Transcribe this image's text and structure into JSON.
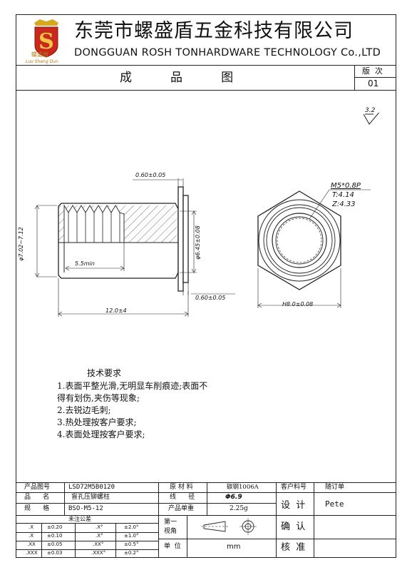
{
  "company": {
    "logo_mark": "S",
    "logo_top": "螺盛盾",
    "logo_bottom": "Luo Sheng Dun",
    "name_cn": "东莞市螺盛盾五金科技有限公司",
    "name_en": "DONGGUAN ROSH TONHARDWARE TECHNOLOGY Co.,LTD"
  },
  "title_row": {
    "title": "成          品          图",
    "version_label": "版  次",
    "version_value": "01"
  },
  "roughness": "3.2",
  "dimensions": {
    "flange_top": "0.60±0.05",
    "flange_bottom": "0.60±0.05",
    "outer_dia": "φ7.02~7.12",
    "inner_dia": "φ6.45±0.08",
    "thread_depth": "5.5min",
    "length": "12.0±4",
    "thread_spec": "M5*0.8P",
    "t_value": "T:4.14",
    "z_value": "Z:4.33",
    "hex": "H8.0±0.08"
  },
  "requirements": {
    "heading": "技术要求",
    "lines": [
      "1.表面平整光滑,无明显车削痕迹;表面不",
      "得有划伤,夹伤等现象;",
      "2.去锐边毛刺;",
      "3.热处理按客户要求;",
      "4.表面处理按客户要求;"
    ]
  },
  "table": {
    "part_no_label": "产品图号",
    "part_no": "LSD72M5B0120",
    "material_label": "原 材 料",
    "material": "碳钢1006A",
    "customer_no_label": "客户料号",
    "order_label": "随订单",
    "name_label": "品      名",
    "name": "盲孔压铆螺柱",
    "wire_label": "线      径",
    "wire": "Φ6.9",
    "spec_label": "规      格",
    "spec": "BSO-M5-12",
    "weight_label": "产品单重",
    "weight": "2.25g",
    "design_label": "设  计",
    "designer": "Pete",
    "tolerance_label": "未注公差",
    "tolerances": [
      {
        "k": ".X",
        "v": "±0.20",
        "ak": ".X°",
        "av": "±2.0°"
      },
      {
        "k": ".X",
        "v": "±0.10",
        "ak": ".X°",
        "av": "±1.0°"
      },
      {
        "k": ".XX",
        "v": "±0.05",
        "ak": ".XX°",
        "av": "±0.5°"
      },
      {
        "k": ".XXX",
        "v": "±0.03",
        "ak": ".XXX°",
        "av": "±0.2°"
      }
    ],
    "angle_label_1": "第一",
    "angle_label_2": "视角",
    "confirm_label": "确  认",
    "unit_label": "单  位",
    "unit": "mm",
    "approve_label": "核  准"
  }
}
